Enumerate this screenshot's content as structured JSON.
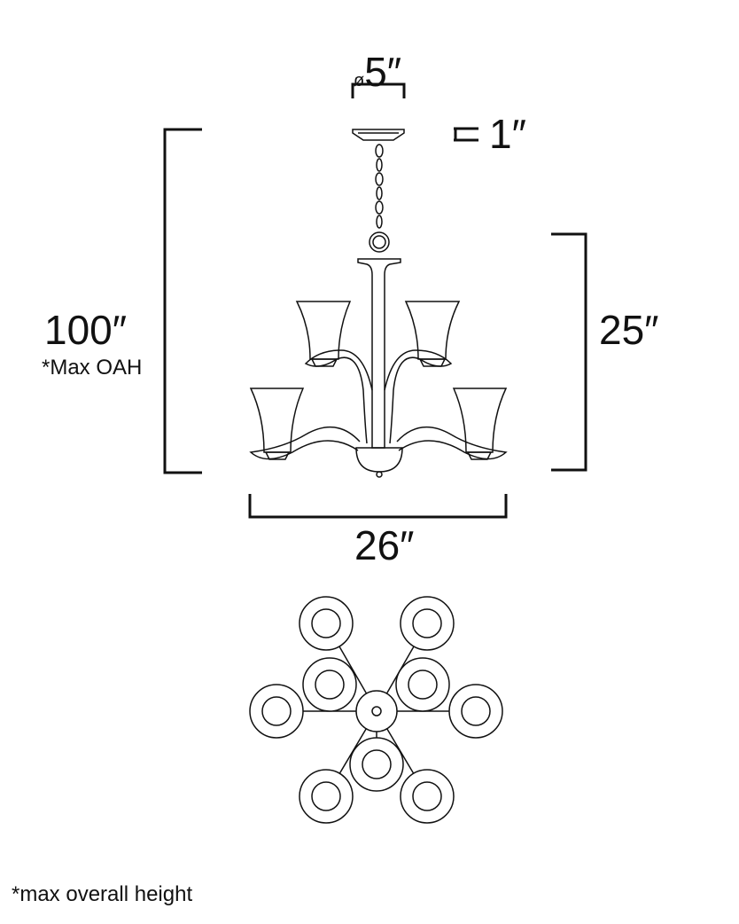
{
  "dimensions": {
    "canopy_diameter": "5″",
    "canopy_diameter_symbol": "ø",
    "canopy_height": "1″",
    "overall_height": "100″",
    "overall_height_note": "*Max OAH",
    "fixture_height": "25″",
    "fixture_width": "26″"
  },
  "footnote": "*max overall height",
  "colors": {
    "line": "#111111",
    "background": "#ffffff"
  }
}
